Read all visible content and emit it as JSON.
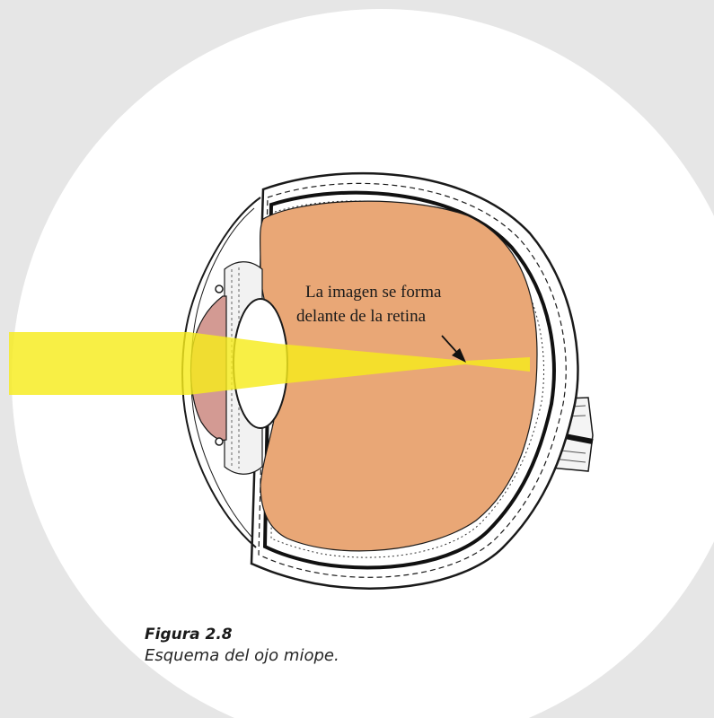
{
  "diagram": {
    "annotation_line1": "La imagen se forma",
    "annotation_line2": "delante de la retina"
  },
  "caption": {
    "title": "Figura 2.8",
    "text": "Esquema del ojo miope."
  },
  "colors": {
    "page_background": "#e6e6e6",
    "circle_background": "#ffffff",
    "eyeball_interior": "#e9a776",
    "iris": "#d39a93",
    "light_beam": "#f7ec1c",
    "outline": "#1a1a1a"
  },
  "icons": [
    "eye-diagram",
    "light-beam",
    "arrow"
  ]
}
